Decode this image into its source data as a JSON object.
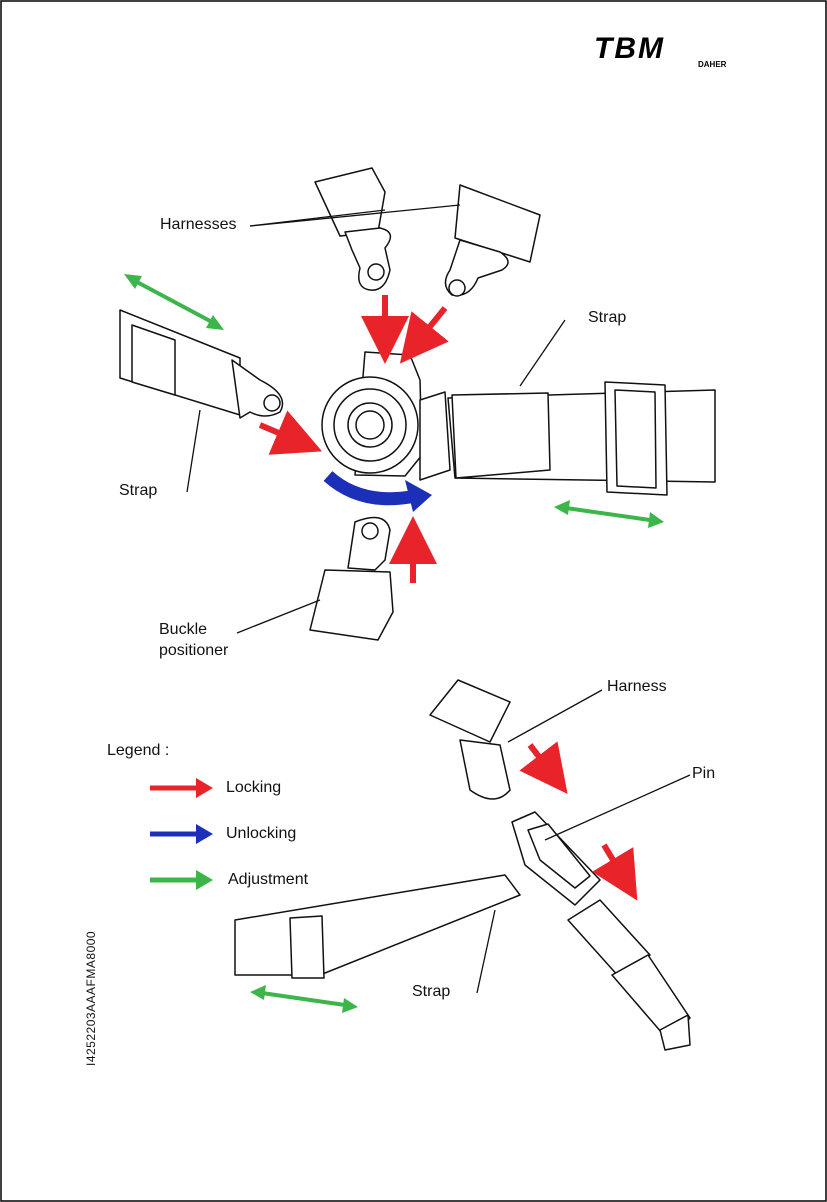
{
  "logo": {
    "brand": "TBM",
    "sub": "DAHER"
  },
  "labels": {
    "harnesses": "Harnesses",
    "strap_right": "Strap",
    "strap_left": "Strap",
    "buckle_line1": "Buckle",
    "buckle_line2": "positioner",
    "harness": "Harness",
    "pin": "Pin",
    "strap_bottom": "Strap"
  },
  "legend": {
    "title": "Legend :",
    "items": [
      {
        "label": "Locking",
        "color": "#e8232a"
      },
      {
        "label": "Unlocking",
        "color": "#1c2fb8"
      },
      {
        "label": "Adjustment",
        "color": "#3cb54a"
      }
    ]
  },
  "reference": "I4252203AAAFMA8000",
  "colors": {
    "locking": "#e8232a",
    "unlocking": "#1c2fb8",
    "adjustment": "#3cb54a"
  }
}
